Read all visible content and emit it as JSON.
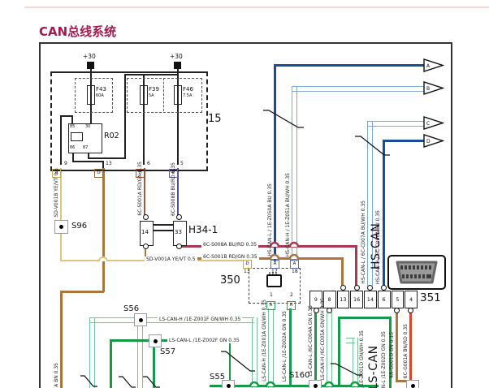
{
  "page": {
    "title": "CAN总线系统",
    "title_color": "#a21c4e"
  },
  "fusebox": {
    "label": "15",
    "battery_left": "+30",
    "battery_right": "+30",
    "fuses": [
      {
        "name": "F43",
        "rating": "60A"
      },
      {
        "name": "F39",
        "rating": "5A"
      },
      {
        "name": "F46",
        "rating": "7.5A"
      }
    ],
    "relay": {
      "name": "R02",
      "pin_tl": "85",
      "pin_tr": "30",
      "pin_bl": "86",
      "pin_br": "87"
    },
    "pins": [
      {
        "num": "9",
        "letter": "A"
      },
      {
        "num": "13",
        "letter": "D"
      },
      {
        "num": "6",
        "letter": "D"
      },
      {
        "num": "5",
        "letter": "E"
      }
    ]
  },
  "connectors": {
    "s96": "S96",
    "s56": "S56",
    "s57": "S57",
    "s55": "S55",
    "s160": "S160",
    "h34": {
      "label": "H34-1",
      "pin_left": "14",
      "pin_right": "33"
    },
    "c350": {
      "label": "350",
      "top": [
        {
          "letter": "D",
          "num": "13"
        },
        {
          "letter": "A",
          "num": "17"
        },
        {
          "letter": "A",
          "num": "18"
        }
      ],
      "bottom": [
        {
          "num": "1",
          "letter": "A"
        },
        {
          "num": "2",
          "letter": "A"
        }
      ]
    },
    "c351": {
      "label": "351",
      "pins": [
        "9",
        "8",
        "13",
        "16",
        "14",
        "6",
        "5",
        "4"
      ]
    }
  },
  "buses": {
    "hs": "HS-CAN",
    "ls": "LS-CAN"
  },
  "arrows": [
    "A",
    "B",
    "C",
    "D"
  ],
  "wires": {
    "sdv001b": "SD-V001B YE/VT 0.5",
    "sdv001a": "SD-V001A YE/VT 0.5",
    "s001a": "6C-S001A RD/GN 0.35",
    "s008b": "6C-S008B BU/RD 0.35",
    "s008a": "6C-S008A BU/RD 0.35",
    "s001b": "6C-S001B RD/GN 0.35",
    "bn_ground": "A BN 0.35",
    "z050a": "HS-CAN-L / 1E-Z050A BU 0.35",
    "z051a": "HS-CAN-H / 1E-Z051A BU/WH 0.35",
    "c007a": "HS-CAN-L / 6C-C007A BU/WH 0.35",
    "c006a": "HS-CAN-H / 6C-C006A BU 0.35",
    "z001f": "LS-CAN-H /1E-Z001F GN/WH 0.35",
    "z002f": "LS-CAN-L /1E-Z002F GN 0.35",
    "z001a": "LS-CAN-H /1E-Z001A GN/WH 0.35",
    "z002a": "LS-CAN-L /1E-Z002A GN 0.35",
    "c004a": "LS-CAN-L /6C-C004A GN 0.35",
    "c005a": "LS-CAN-H /6C-C005A GN/WH 0.35",
    "z001d": "/1E-Z001D GN/WH 0.35",
    "z002d": "N-L /1E-Z002D GN 0.35",
    "g001d": "4A-G001D BN 0.15",
    "g001a": "6C-G001A BN/RD 0.35"
  },
  "colors": {
    "hs_can_low": "#1f4a9a",
    "hs_can_high": "#7fa8dc",
    "ls_can_low": "#169a47",
    "ls_can_high": "#76c294",
    "ground_brown": "#a9763c",
    "signal_maroon": "#a83a50",
    "power_yellow": "#d9c87e",
    "ground_red": "#d14a2a"
  }
}
